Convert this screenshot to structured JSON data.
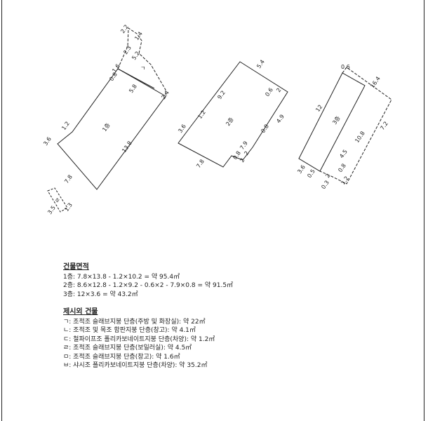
{
  "plan": {
    "floor1": {
      "label": "1층",
      "dims": [
        "3.6",
        "1.2",
        "7.8",
        "13.8",
        "5.8",
        "0.8",
        "1.6",
        "2.4"
      ],
      "annex": {
        "label": "ㄱ",
        "dims": [
          "2.2",
          "1.4",
          "2.3",
          "5.2"
        ]
      },
      "small_annex": {
        "label": "ㄹ",
        "dims": [
          "3.5",
          "1.3"
        ]
      }
    },
    "floor2": {
      "label": "2층",
      "dims": [
        "5.4",
        "9.2",
        "1.2",
        "3.6",
        "0.6",
        "2",
        "4.9",
        "0.8",
        "7.8",
        "7.9",
        "2",
        "0.8",
        "2"
      ]
    },
    "floor3": {
      "label": "3층",
      "dims": [
        "0.6",
        "12",
        "16.4",
        "7.2",
        "10.8",
        "4.5",
        "0.8",
        "1.2",
        "3.6",
        "0.5",
        "2",
        "0.3"
      ]
    }
  },
  "area": {
    "title": "건물면적",
    "lines": [
      "1층: 7.8×13.8 - 1.2×10.2 = 약 95.4㎡",
      "2층: 8.6×12.8 - 1.2×9.2 - 0.6×2 - 7.9×0.8 = 약 91.5㎡",
      "3층: 12×3.6 = 약 43.2㎡"
    ]
  },
  "excluded": {
    "title": "제시외 건물",
    "lines": [
      "ㄱ: 조적조 슬래브지붕 단층(주방 및 화장실): 약 22㎡",
      "ㄴ: 조적조 및 목조 함판지붕 단층(창고): 약 4.1㎡",
      "ㄷ: 철파이프조 폴리카보네이트지붕 단층(차양): 약 1.2㎡",
      "ㄹ: 조적조 슬래브지붕 단층(보일러실): 약 4.5㎡",
      "ㅁ: 조적조 슬래브지붕 단층(창고): 약 1.6㎡",
      "ㅂ: 샤시조 폴리카보네이트지붕 단층(차양): 약 35.2㎡"
    ]
  }
}
